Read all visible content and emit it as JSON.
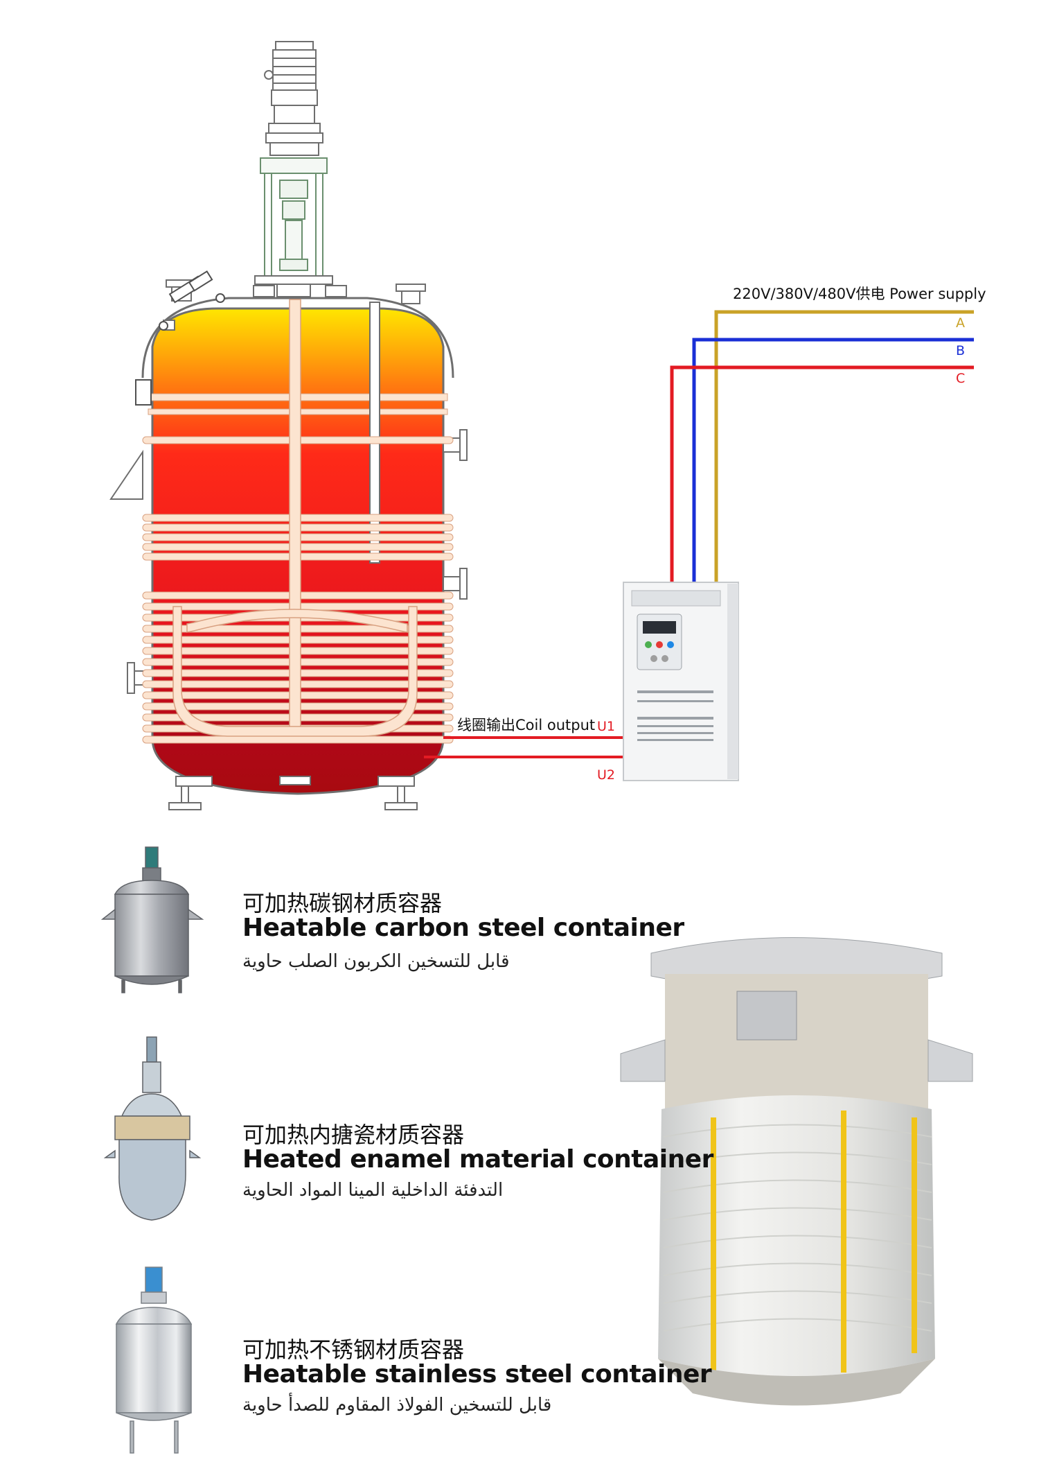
{
  "power_supply": {
    "label": "220V/380V/480V供电 Power supply",
    "phases": [
      "A",
      "B",
      "C"
    ],
    "colors": {
      "A": "#c9a227",
      "B": "#1a2fd6",
      "C": "#e31b23"
    }
  },
  "coil": {
    "label": "线圈输出Coil output",
    "outputs": [
      "U1",
      "U2"
    ],
    "color": "#e31b23"
  },
  "containers": [
    {
      "zh": "可加热碳钢材质容器",
      "en": "Heatable carbon steel container",
      "ar": "قابل للتسخين الكربون الصلب حاوية"
    },
    {
      "zh": "可加热内搪瓷材质容器",
      "en": "Heated enamel material container",
      "ar": "التدفئة الداخلية المينا المواد الحاوية"
    },
    {
      "zh": "可加热不锈钢材质容器",
      "en": "Heatable stainless steel container",
      "ar": "قابل للتسخين الفولاذ المقاوم للصدأ حاوية"
    }
  ]
}
